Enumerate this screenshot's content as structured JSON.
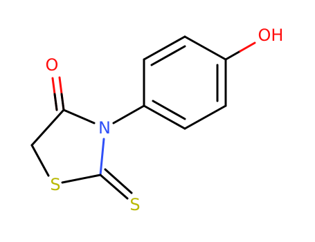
{
  "molecule": {
    "atoms": {
      "O_carbonyl": {
        "symbol": "O",
        "color": "#ff0d0d"
      },
      "N": {
        "symbol": "N",
        "color": "#3050f8"
      },
      "S_ring": {
        "symbol": "S",
        "color": "#b8b800"
      },
      "S_thione": {
        "symbol": "S",
        "color": "#b8b800"
      },
      "OH": {
        "symbol": "OH",
        "color": "#ff0d0d"
      }
    },
    "colors": {
      "carbon": "#000000",
      "oxygen": "#ff0d0d",
      "nitrogen": "#3050f8",
      "sulfur": "#b8b800"
    }
  }
}
